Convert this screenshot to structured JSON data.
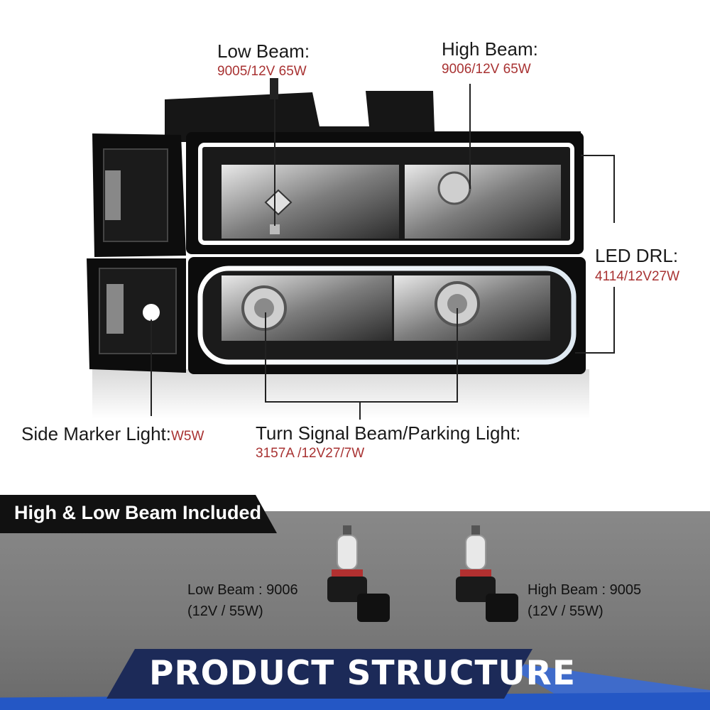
{
  "callouts": {
    "low_beam": {
      "title": "Low Beam:",
      "spec": "9005/12V 65W"
    },
    "high_beam": {
      "title": "High Beam:",
      "spec": "9006/12V 65W"
    },
    "led_drl": {
      "title": "LED DRL:",
      "spec": "4114/12V27W"
    },
    "side_marker": {
      "title": "Side Marker Light:",
      "spec": "W5W"
    },
    "turn_signal": {
      "title": "Turn Signal Beam/Parking Light:",
      "spec": "3157A /12V27/7W"
    }
  },
  "included": {
    "tab_label": "High & Low Beam Included",
    "bulbs": [
      {
        "line1": "Low Beam : 9006",
        "line2": "(12V / 55W)"
      },
      {
        "line1": "High Beam : 9005",
        "line2": "(12V / 55W)"
      }
    ]
  },
  "footer": {
    "title": "PRODUCT STRUCTURE"
  },
  "colors": {
    "spec_red": "#a83232",
    "footer_navy": "#1c2a58",
    "accent_blue": "#2457c5"
  }
}
